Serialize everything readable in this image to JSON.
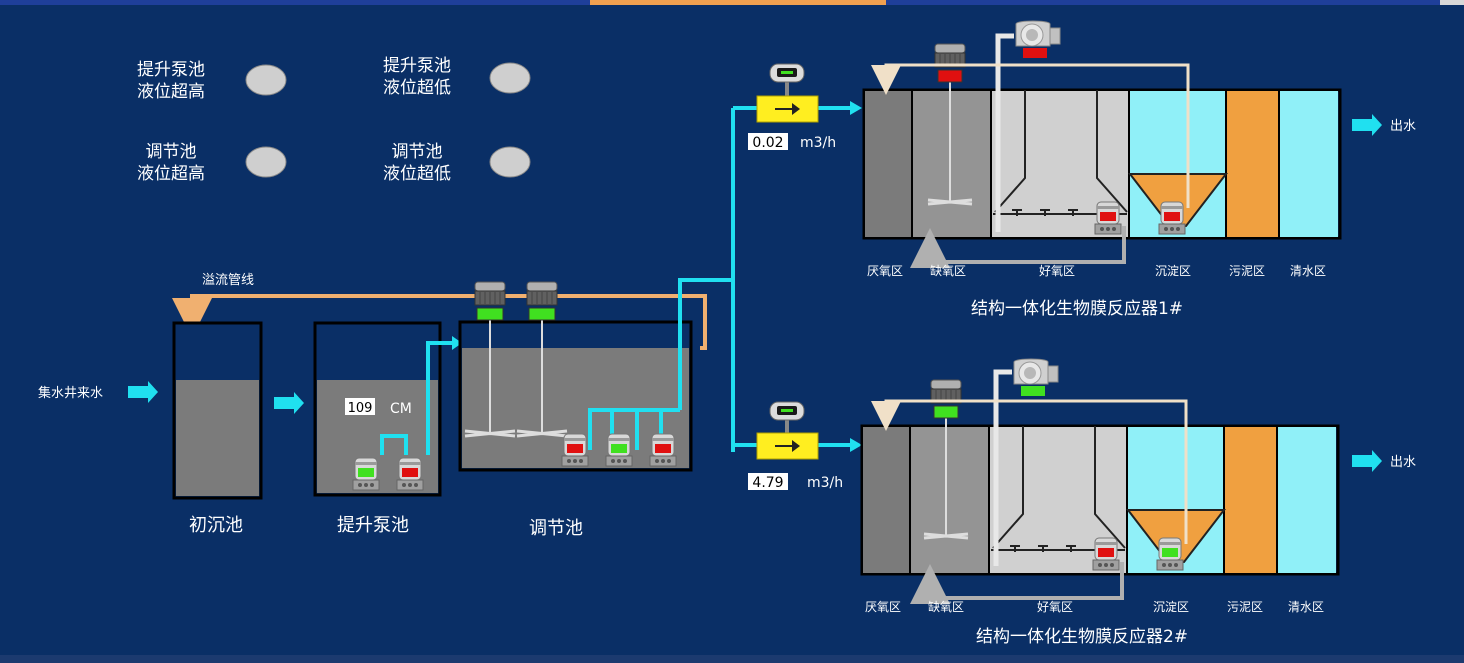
{
  "alarms": [
    {
      "line1": "提升泵池",
      "line2": "液位超高"
    },
    {
      "line1": "提升泵池",
      "line2": "液位超低"
    },
    {
      "line1": "调节池",
      "line2": "液位超高"
    },
    {
      "line1": "调节池",
      "line2": "液位超低"
    }
  ],
  "labels": {
    "overflow": "溢流管线",
    "inlet": "集水井来水",
    "tank1": "初沉池",
    "tank2": "提升泵池",
    "tank3": "调节池"
  },
  "lift_pump_level": {
    "value": "109",
    "unit": "CM"
  },
  "flowmeters": [
    {
      "value": "0.02",
      "unit": "m3/h"
    },
    {
      "value": "4.79",
      "unit": "m3/h"
    }
  ],
  "reactors": [
    {
      "title": "结构一体化生物膜反应器1#",
      "outlet": "出水",
      "zones": [
        "厌氧区",
        "缺氧区",
        "好氧区",
        "沉淀区",
        "污泥区",
        "清水区"
      ]
    },
    {
      "title": "结构一体化生物膜反应器2#",
      "outlet": "出水",
      "zones": [
        "厌氧区",
        "缺氧区",
        "好氧区",
        "沉淀区",
        "污泥区",
        "清水区"
      ]
    }
  ],
  "colors": {
    "background": "#0a2f66",
    "pipe_water": "#20e0f0",
    "pipe_overflow": "#f0b070",
    "pump_on": "#40e020",
    "pump_off": "#e01010",
    "sludge": "#f0a040",
    "clear_water": "#90f0f8"
  }
}
